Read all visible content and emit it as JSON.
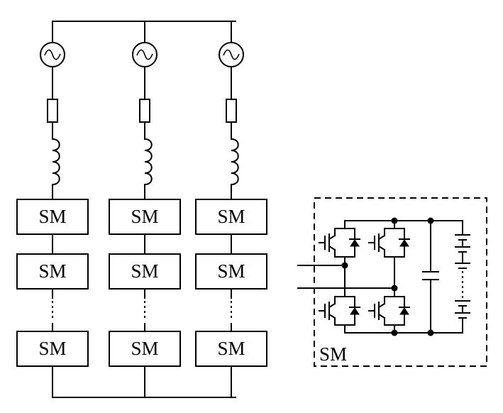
{
  "diagram": {
    "legs": [
      {
        "modules": [
          "SM",
          "SM",
          "SM"
        ]
      },
      {
        "modules": [
          "SM",
          "SM",
          "SM"
        ]
      },
      {
        "modules": [
          "SM",
          "SM",
          "SM"
        ]
      }
    ],
    "detail_label": "SM"
  }
}
